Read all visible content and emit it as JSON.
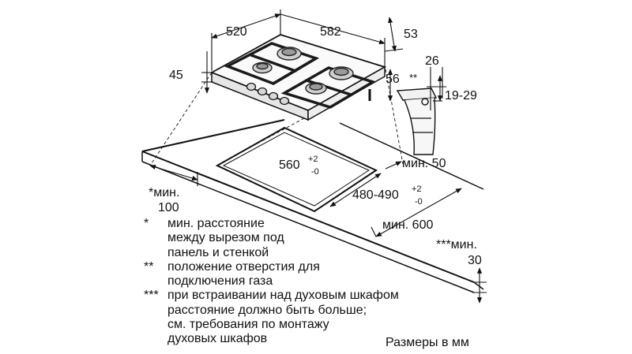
{
  "dimensions": {
    "width_520": "520",
    "width_582": "582",
    "depth_53": "53",
    "height_45": "45",
    "offset_26": "26",
    "depth_56": "56",
    "gas_mark": "**",
    "range_19_29": "19-29",
    "cutout_width": "560",
    "cutout_width_tol_plus": "+2",
    "cutout_width_tol_minus": "-0",
    "cutout_depth": "480-490",
    "cutout_depth_tol_plus": "+2",
    "cutout_depth_tol_minus": "-0",
    "min_50": "мин. 50",
    "min_600": "мин. 600",
    "min_100_label": "*мин.",
    "min_100_value": "100",
    "min_30_label": "***мин.",
    "min_30_value": "30"
  },
  "notes": [
    {
      "mark": "*",
      "text": "мин. расстояние\nмежду вырезом под\nпанель и стенкой"
    },
    {
      "mark": "**",
      "text": "положение отверстия для\nподключения газа"
    },
    {
      "mark": "***",
      "text": "при встраивании над духовым шкафом\nрасстояние должно быть больше;\nсм. требования по монтажу\nдуховых шкафов"
    }
  ],
  "units_label": "Размеры в мм",
  "colors": {
    "line": "#111111",
    "background": "#ffffff",
    "grate": "#1a1a1a",
    "burner": "#cfcfcf"
  },
  "icons": [
    "hob-illustration",
    "gas-connector-illustration"
  ]
}
